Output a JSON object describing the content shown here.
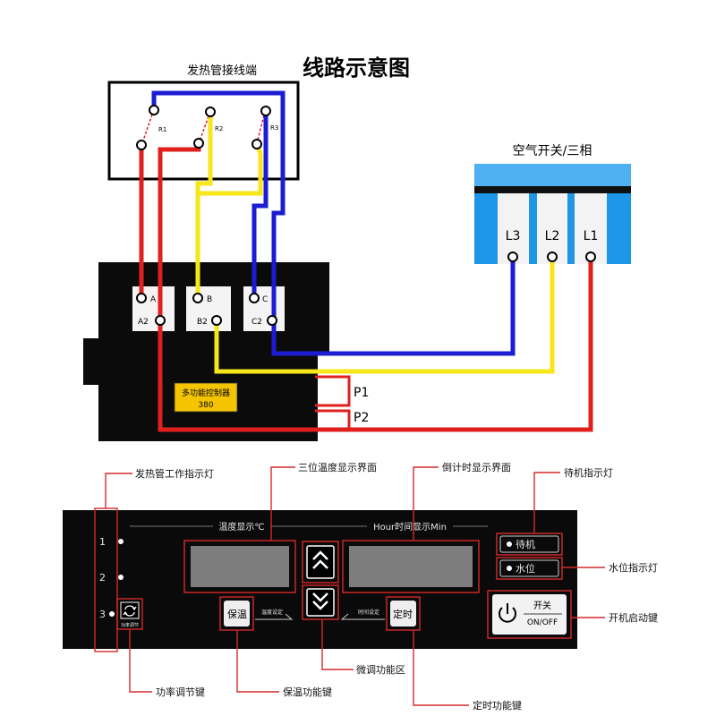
{
  "title": "线路示意图",
  "heater_terminal": {
    "label": "发热管接线端",
    "resistors": [
      "R1",
      "R2",
      "R3"
    ]
  },
  "controller": {
    "terminals_top": [
      "A",
      "B",
      "C"
    ],
    "terminals_bottom": [
      "A2",
      "B2",
      "C2"
    ],
    "name": "多功能控制器",
    "voltage": "380",
    "ports": [
      "P1",
      "P2"
    ]
  },
  "air_switch": {
    "label": "空气开关/三相",
    "phases": [
      "L3",
      "L2",
      "L1"
    ]
  },
  "panel": {
    "temp_title": "温度显示℃",
    "time_title": "Hour时间显示Min",
    "indicators": [
      "1",
      "2",
      "3"
    ],
    "power_adjust_icon_text": "功率调节",
    "keep_warm_button": "保温",
    "temp_set_text": "温度设定",
    "time_set_text": "时间设定",
    "timer_button": "定时",
    "standby_light": "待机",
    "water_light": "水位",
    "power_switch_cn": "开关",
    "power_switch_en": "ON/OFF"
  },
  "annotations": {
    "heater_indicator": "发热管工作指示灯",
    "temp_display": "三位温度显示界面",
    "countdown_display": "倒计时显示界面",
    "standby_indicator": "待机指示灯",
    "water_indicator": "水位指示灯",
    "power_key": "开机启动键",
    "fine_tune": "微调功能区",
    "power_adjust_key": "功率调节键",
    "keep_warm_key": "保温功能键",
    "timer_key": "定时功能键"
  },
  "colors": {
    "red_wire": "#e0201c",
    "yellow_wire": "#f6e61a",
    "blue_wire": "#1c1cd2",
    "switch_blue": "#1e96e8",
    "controller_label": "#f5c400"
  },
  "icons": [
    "swap-icon",
    "chevron-up-icon",
    "chevron-down-icon",
    "power-icon"
  ]
}
